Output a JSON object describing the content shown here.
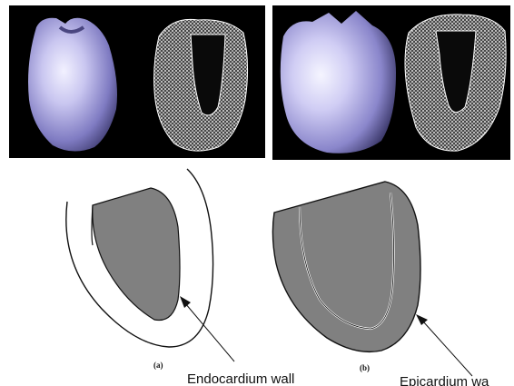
{
  "figure": {
    "labels": {
      "panel_a": "(a)",
      "panel_b": "(b)",
      "endocardium": "Endocardium wall",
      "epicardium": "Epicardium wa"
    },
    "colors": {
      "background_dark": "#000000",
      "solid_model": "#b9b6e8",
      "wireframe": "#ffffff",
      "myocardium_fill": "#808080",
      "outline": "#111111"
    },
    "photos": [
      {
        "name": "ventricle-render-a",
        "type": "solid-surface-and-wireframe"
      },
      {
        "name": "ventricle-render-b",
        "type": "solid-surface-and-wireframe"
      }
    ]
  }
}
